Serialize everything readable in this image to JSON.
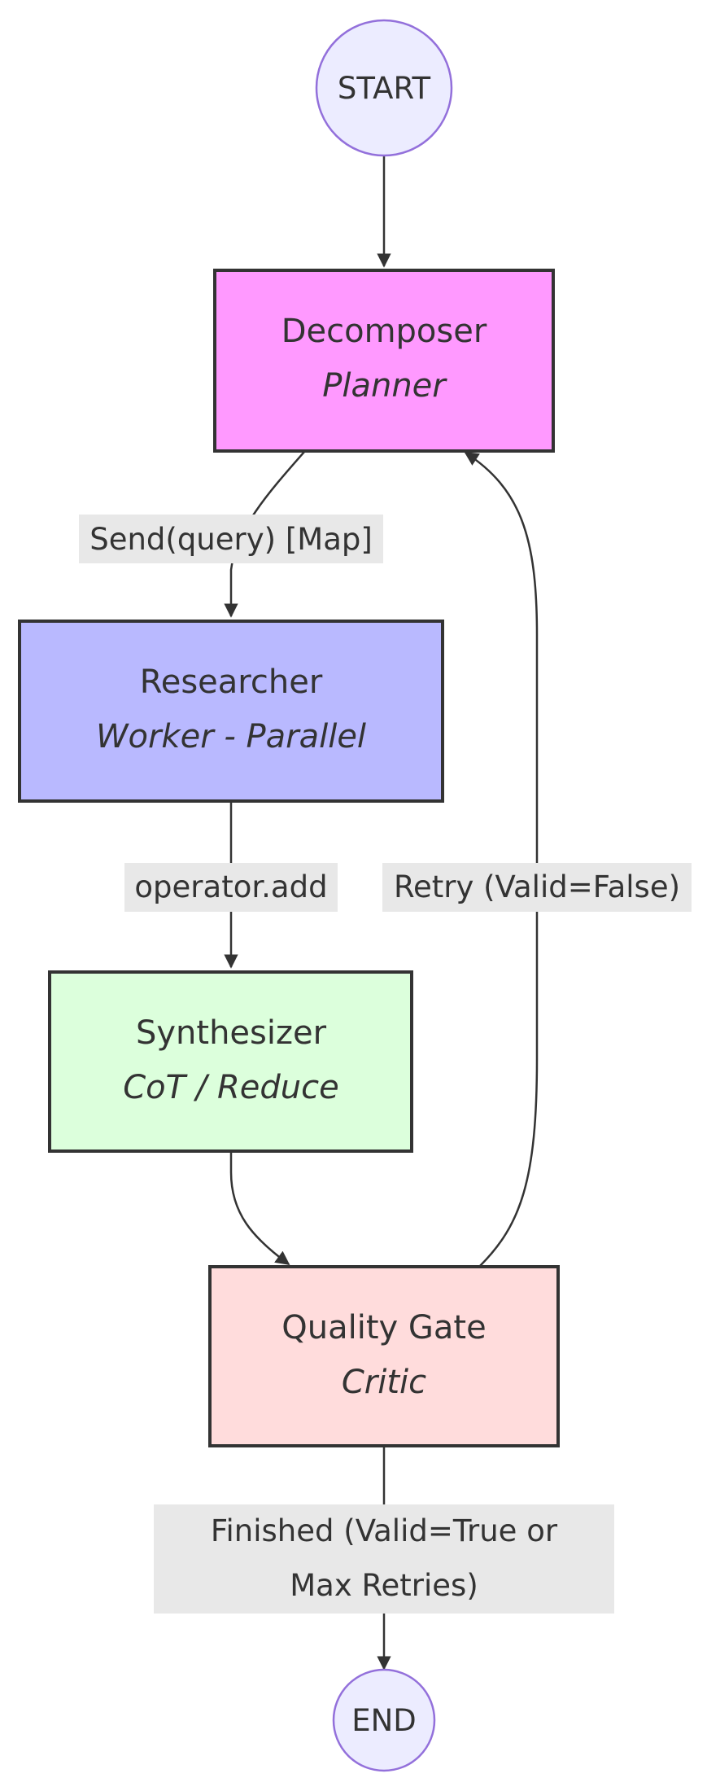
{
  "nodes": {
    "start": {
      "label": "START",
      "fill": "#ececff",
      "stroke": "#9370db"
    },
    "decomposer": {
      "title": "Decomposer",
      "subtitle": "Planner",
      "fill": "#ff99ff"
    },
    "researcher": {
      "title": "Researcher",
      "subtitle": "Worker - Parallel",
      "fill": "#b9b9ff"
    },
    "synthesizer": {
      "title": "Synthesizer",
      "subtitle": "CoT / Reduce",
      "fill": "#dcffdc"
    },
    "quality_gate": {
      "title": "Quality Gate",
      "subtitle": "Critic",
      "fill": "#ffdcdc"
    },
    "end": {
      "label": "END",
      "fill": "#ececff",
      "stroke": "#9370db"
    }
  },
  "edges": {
    "start_to_decomposer": {
      "label": ""
    },
    "decomposer_to_researcher": {
      "label": "Send(query) [Map]"
    },
    "researcher_to_synthesizer": {
      "label": "operator.add"
    },
    "synthesizer_to_quality_gate": {
      "label": ""
    },
    "quality_gate_to_decomposer": {
      "label": "Retry (Valid=False)"
    },
    "quality_gate_to_end": {
      "label_line1": "Finished (Valid=True or",
      "label_line2": "Max Retries)"
    }
  }
}
